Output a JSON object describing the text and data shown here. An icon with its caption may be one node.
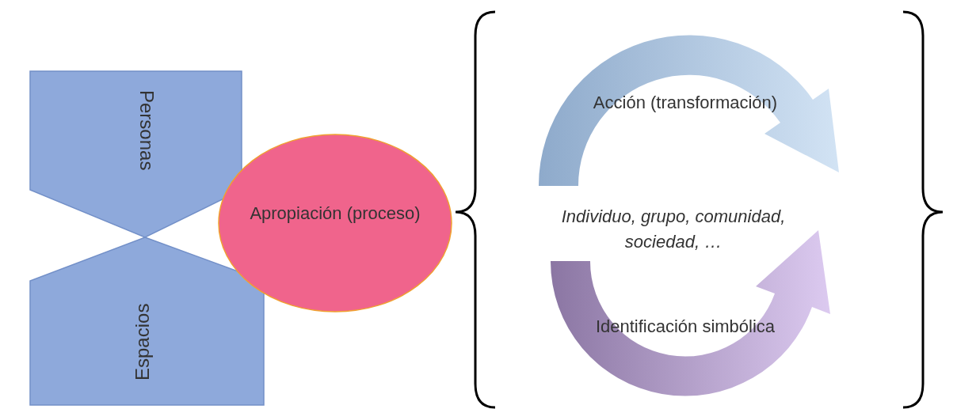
{
  "diagram": {
    "nodes": [
      {
        "text": [
          "Personas"
        ]
      },
      {
        "text": [
          "Espacios"
        ]
      },
      {
        "text": [
          "Apropiación (proceso)"
        ]
      },
      {
        "text": [
          "Acción (transformación)"
        ]
      },
      {
        "text": [
          "Identificación simbólica"
        ]
      }
    ],
    "labels": [
      "Individuo, grupo, comunidad, sociedad, …"
    ]
  }
}
